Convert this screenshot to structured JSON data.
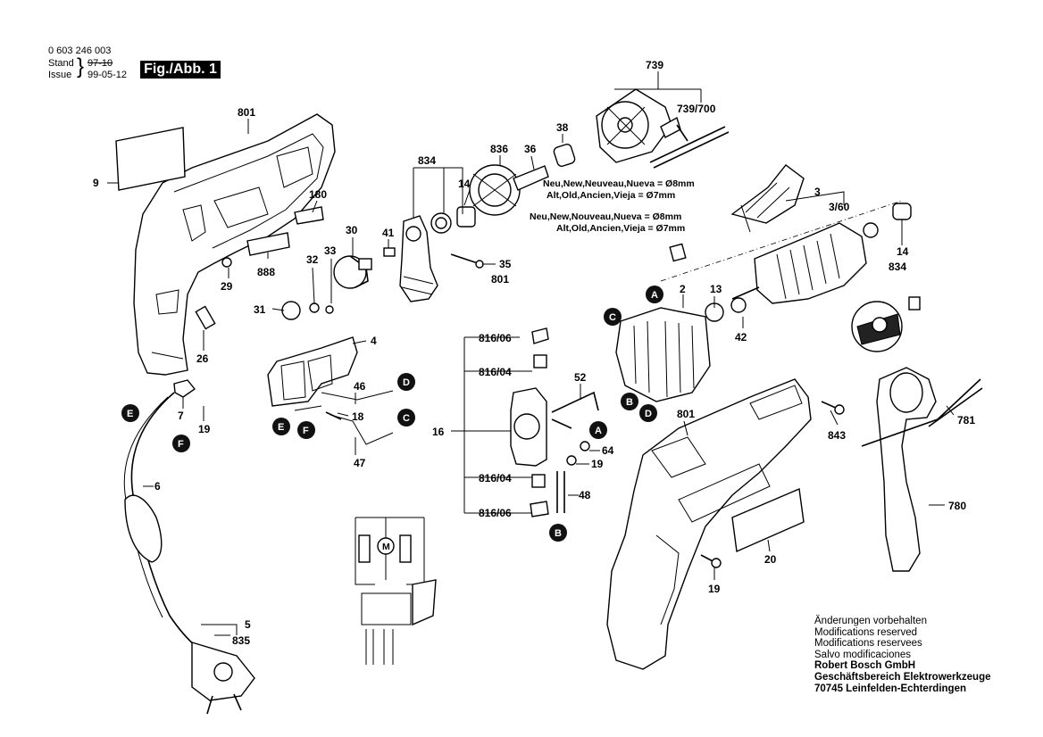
{
  "header": {
    "part_number": "0 603 246 003",
    "stand_label": "Stand",
    "issue_label": "Issue",
    "old_date": "97-10",
    "issue_date": "99-05-12",
    "figure_label": "Fig./Abb. 1"
  },
  "callouts": {
    "c739": "739",
    "c739_700": "739/700",
    "c801a": "801",
    "c9": "9",
    "c834a": "834",
    "c836": "836",
    "c36": "36",
    "c38": "38",
    "c14a": "14",
    "c180": "180",
    "c888": "888",
    "c30": "30",
    "c41": "41",
    "c33": "33",
    "c32": "32",
    "c35": "35",
    "c801b": "801",
    "c29": "29",
    "c31": "31",
    "c3": "3",
    "c3_60": "3/60",
    "c14b": "14",
    "c834b": "834",
    "c2": "2",
    "c13": "13",
    "c42": "42",
    "c4": "4",
    "c26": "26",
    "c46": "46",
    "c18": "18",
    "c47": "47",
    "c7": "7",
    "c19a": "19",
    "c6": "6",
    "c816_06a": "816/06",
    "c816_04a": "816/04",
    "c52": "52",
    "c16": "16",
    "c64": "64",
    "c19b": "19",
    "c816_04b": "816/04",
    "c48": "48",
    "c816_06b": "816/06",
    "c801c": "801",
    "c843": "843",
    "c781": "781",
    "c780": "780",
    "c20": "20",
    "c19c": "19",
    "c5": "5",
    "c835": "835"
  },
  "markers": [
    "A",
    "B",
    "C",
    "D",
    "E",
    "F"
  ],
  "size_notes": {
    "line1": "Neu,New,Neuveau,Nueva = Ø8mm",
    "line2": "Alt,Old,Ancien,Vieja = Ø7mm",
    "line3": "Neu,New,Nouveau,Nueva = Ø8mm",
    "line4": "Alt,Old,Ancien,Vieja = Ø7mm"
  },
  "footer": {
    "line1": "Änderungen vorbehalten",
    "line2": "Modifications reserved",
    "line3": "Modifications reservees",
    "line4": "Salvo modificaciones",
    "line5": "Robert Bosch GmbH",
    "line6": "Geschäftsbereich Elektrowerkzeuge",
    "line7": "70745 Leinfelden-Echterdingen"
  },
  "colors": {
    "ink": "#000000",
    "paper": "#ffffff",
    "marker_fill": "#111111"
  }
}
